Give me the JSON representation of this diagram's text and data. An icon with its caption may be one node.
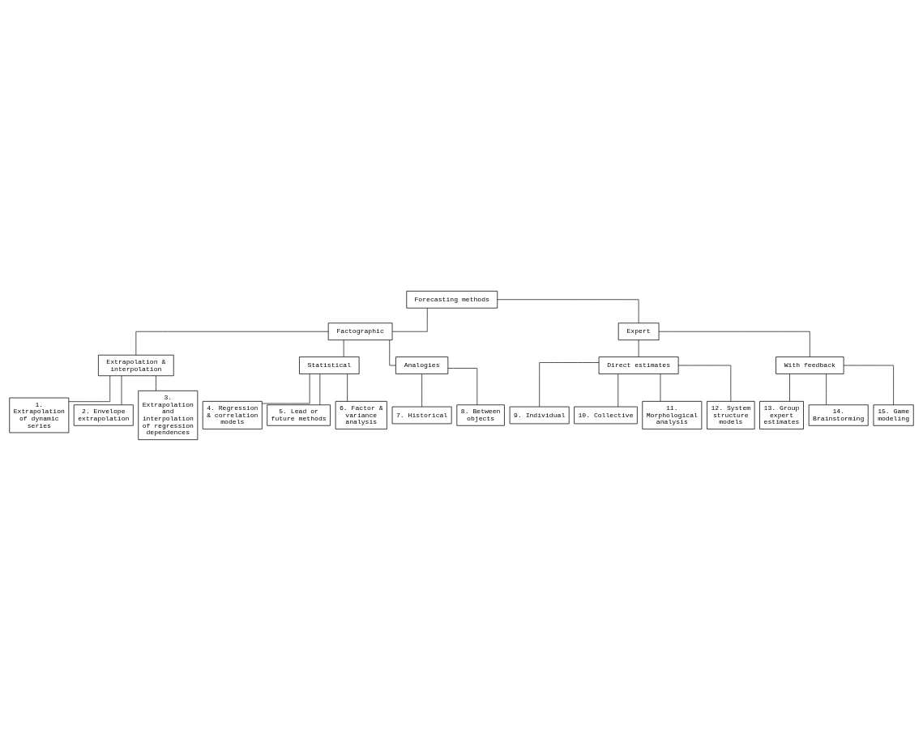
{
  "diagram": {
    "nodes": [
      {
        "text": [
          "Forecasting methods"
        ]
      },
      {
        "text": [
          "Factographic"
        ]
      },
      {
        "text": [
          "Expert"
        ]
      },
      {
        "text": [
          "Extrapolation & interpolation"
        ]
      },
      {
        "text": [
          "Statistical"
        ]
      },
      {
        "text": [
          "Analogies"
        ]
      },
      {
        "text": [
          "Direct estimates"
        ]
      },
      {
        "text": [
          "With feedback"
        ]
      },
      {
        "text": [
          "1. Extrapolation of dynamic series"
        ]
      },
      {
        "text": [
          "2. Envelope extrapolation"
        ]
      },
      {
        "text": [
          "3. Extrapolation and interpolation of regression dependences"
        ]
      },
      {
        "text": [
          "4. Regression & correlation models"
        ]
      },
      {
        "text": [
          "5. Lead or future methods"
        ]
      },
      {
        "text": [
          "6. Factor & variance analysis"
        ]
      },
      {
        "text": [
          "7. Historical"
        ]
      },
      {
        "text": [
          "8. Between objects"
        ]
      },
      {
        "text": [
          "9. Individual"
        ]
      },
      {
        "text": [
          "10. Collective"
        ]
      },
      {
        "text": [
          "11. Morphological analysis"
        ]
      },
      {
        "text": [
          "12. System structure models"
        ]
      },
      {
        "text": [
          "13. Group expert estimates"
        ]
      },
      {
        "text": [
          "14. Brainstorming"
        ]
      },
      {
        "text": [
          "15. Game modeling"
        ]
      }
    ],
    "edges": [
      {
        "from": 0,
        "to": 1,
        "arrow": "none"
      },
      {
        "from": 0,
        "to": 2,
        "arrow": "none"
      },
      {
        "from": 1,
        "to": 3,
        "arrow": "none"
      },
      {
        "from": 1,
        "to": 4,
        "arrow": "none"
      },
      {
        "from": 1,
        "to": 5,
        "arrow": "none"
      },
      {
        "from": 2,
        "to": 6,
        "arrow": "none"
      },
      {
        "from": 2,
        "to": 7,
        "arrow": "none"
      },
      {
        "from": 3,
        "to": 8,
        "arrow": "none"
      },
      {
        "from": 3,
        "to": 9,
        "arrow": "none"
      },
      {
        "from": 3,
        "to": 10,
        "arrow": "none"
      },
      {
        "from": 4,
        "to": 11,
        "arrow": "none"
      },
      {
        "from": 4,
        "to": 12,
        "arrow": "none"
      },
      {
        "from": 4,
        "to": 13,
        "arrow": "none"
      },
      {
        "from": 5,
        "to": 14,
        "arrow": "none"
      },
      {
        "from": 5,
        "to": 15,
        "arrow": "none"
      },
      {
        "from": 6,
        "to": 16,
        "arrow": "none"
      },
      {
        "from": 6,
        "to": 17,
        "arrow": "none"
      },
      {
        "from": 6,
        "to": 18,
        "arrow": "none"
      },
      {
        "from": 6,
        "to": 19,
        "arrow": "none"
      },
      {
        "from": 7,
        "to": 20,
        "arrow": "none"
      },
      {
        "from": 7,
        "to": 21,
        "arrow": "none"
      },
      {
        "from": 7,
        "to": 22,
        "arrow": "none"
      }
    ]
  }
}
